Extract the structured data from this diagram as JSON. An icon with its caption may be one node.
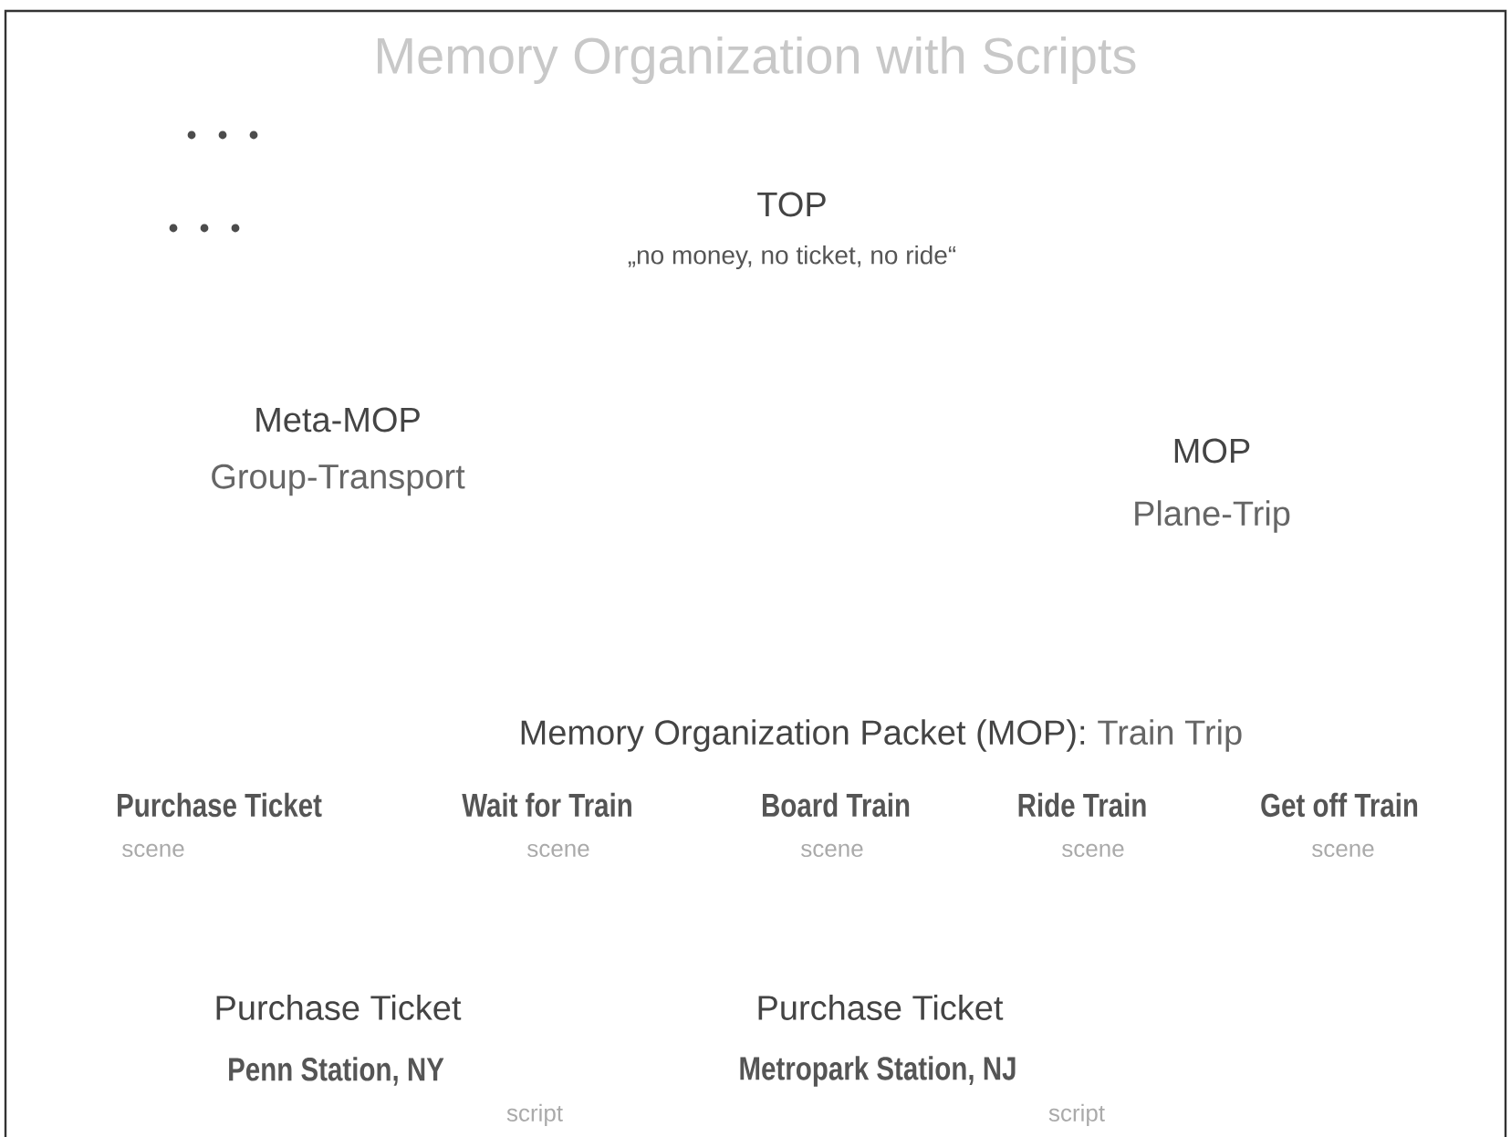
{
  "diagram": {
    "title": "Memory Organization with Scripts",
    "labels": [
      "TOP",
      "„no money, no ticket, no ride“",
      "Meta-MOP",
      "Group-Transport",
      "MOP",
      "Plane-Trip",
      "Memory Organization Packet (MOP):",
      "Train Trip",
      "Purchase Ticket",
      "Wait for Train",
      "Board Train",
      "Ride Train",
      "Get off Train",
      "scene",
      "scene",
      "scene",
      "scene",
      "scene",
      "Purchase Ticket",
      "Purchase Ticket",
      "Penn Station, NY",
      "Metropark Station, NJ",
      "script",
      "script"
    ]
  }
}
